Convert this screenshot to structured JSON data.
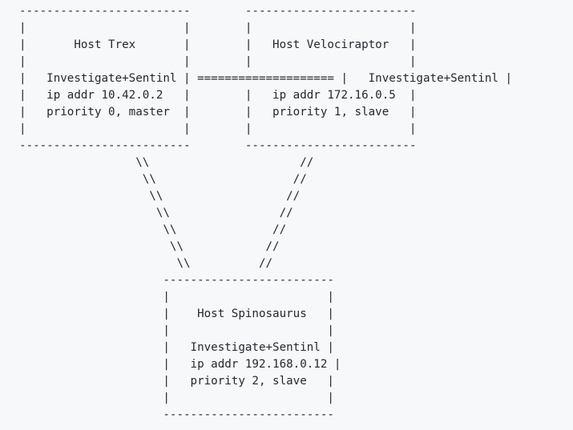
{
  "diagram": {
    "lines": [
      "-------------------------        -------------------------",
      "|                       |        |                       |",
      "|       Host Trex       |        |   Host Velociraptor   |",
      "|                       |        |                       |",
      "|   Investigate+Sentinl | ==================== |   Investigate+Sentinl |",
      "|   ip addr 10.42.0.2   |        |   ip addr 172.16.0.5  |",
      "|   priority 0, master  |        |   priority 1, slave   |",
      "|                       |        |                       |",
      "-------------------------        -------------------------",
      "                 \\\\                      //",
      "                  \\\\                    //",
      "                   \\\\                  //",
      "                    \\\\                //",
      "                     \\\\              //",
      "                      \\\\            //",
      "                       \\\\          //",
      "                     -------------------------",
      "                     |                       |",
      "                     |    Host Spinosaurus   |",
      "                     |                       |",
      "                     |   Investigate+Sentinl |",
      "                     |   ip addr 192.168.0.12 |",
      "                     |   priority 2, slave   |",
      "                     |                       |",
      "                     -------------------------"
    ]
  }
}
